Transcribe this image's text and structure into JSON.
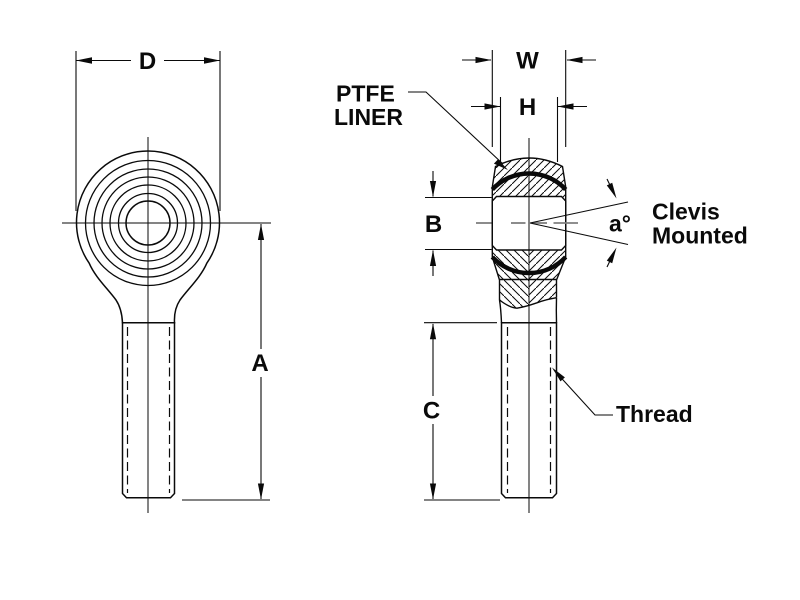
{
  "drawing": {
    "type": "rod-end-bearing-technical-drawing",
    "labels": {
      "dim_d": "D",
      "dim_a": "A",
      "dim_w": "W",
      "dim_h": "H",
      "dim_b": "B",
      "dim_c": "C",
      "angle": "a°",
      "ptfe_liner": {
        "line1": "PTFE",
        "line2": "LINER"
      },
      "clevis_mounted": {
        "line1": "Clevis",
        "line2": "Mounted"
      },
      "thread": "Thread"
    },
    "colors": {
      "line": "#0a0a0a",
      "centerline_gray": "#7f7f7f",
      "background": "#ffffff"
    }
  }
}
